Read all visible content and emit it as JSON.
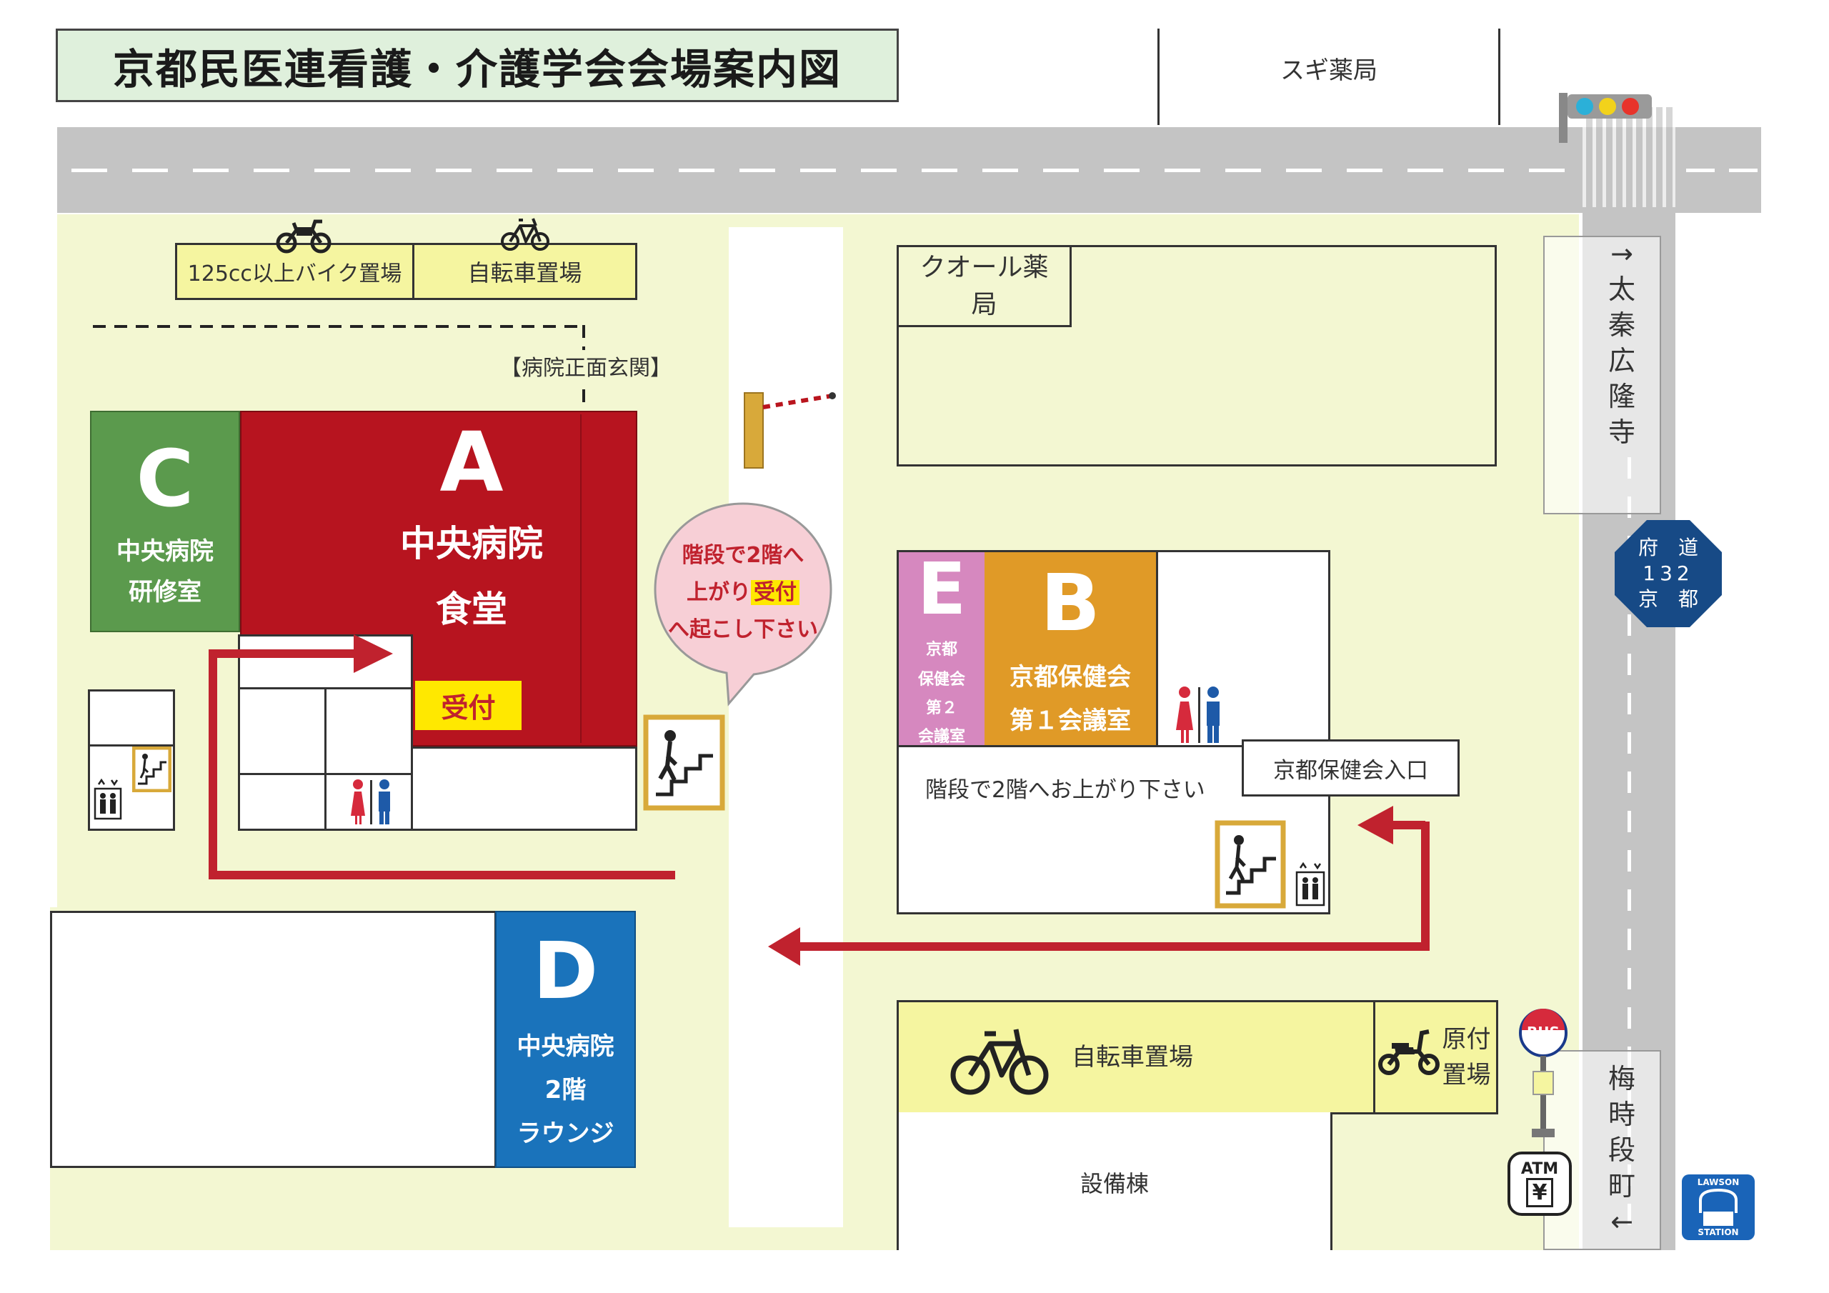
{
  "title": "京都民医連看護・介護学会会場案内図",
  "colors": {
    "ground": "#f3f7d2",
    "road": "#c4c4c4",
    "building_a": "#b7141f",
    "building_b": "#e09a27",
    "building_c": "#5b9a4d",
    "building_d": "#1a73bb",
    "building_e": "#d688bf",
    "parking": "#f5f5a0",
    "route_arrow": "#c0222e",
    "route_sign": "#174a86"
  },
  "landmarks": {
    "sugi": "スギ薬局",
    "qol": "クオール薬局",
    "main_entrance": "【病院正面玄関】",
    "equipment": "設備棟",
    "hoken_entrance": "京都保健会入口"
  },
  "parking": {
    "bike125": "125cc以上バイク置場",
    "bicycle_top": "自転車置場",
    "bicycle_bottom": "自転車置場",
    "moped_l1": "原付",
    "moped_l2": "置場"
  },
  "buildings": {
    "a": {
      "letter": "A",
      "l1": "中央病院",
      "l2": "食堂"
    },
    "b": {
      "letter": "B",
      "l1": "京都保健会",
      "l2": "第１会議室"
    },
    "c": {
      "letter": "C",
      "l1": "中央病院",
      "l2": "研修室"
    },
    "d": {
      "letter": "D",
      "l1": "中央病院",
      "l2": "2階",
      "l3": "ラウンジ"
    },
    "e": {
      "letter": "E",
      "l1": "京都",
      "l2": "保健会",
      "l3": "第２",
      "l4": "会議室"
    }
  },
  "reception": "受付",
  "bubble": {
    "l1": "階段で2階へ",
    "l2a": "上がり",
    "l2b": "受付",
    "l3": "へ起こし下さい"
  },
  "stairs_note": "階段で2階へお上がり下さい",
  "directions": {
    "north_arrow": "→",
    "north": [
      "太",
      "秦",
      "広",
      "隆",
      "寺"
    ],
    "south": [
      "梅",
      "時",
      "段",
      "町"
    ],
    "south_arrow": "←"
  },
  "route_sign": {
    "r1": "府　道",
    "r2": "132",
    "r3": "京　都"
  },
  "icons": {
    "bus": "BUS",
    "atm": "ATM",
    "yen": "¥",
    "lawson1": "LAWSON",
    "lawson2": "STATION"
  }
}
